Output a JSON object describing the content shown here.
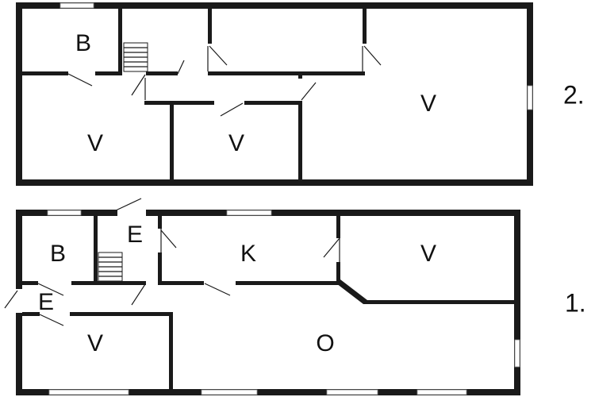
{
  "floors": [
    {
      "label": "2.",
      "rooms": [
        {
          "key": "b",
          "label": "B"
        },
        {
          "key": "v-left",
          "label": "V"
        },
        {
          "key": "v-middle",
          "label": "V"
        },
        {
          "key": "v-right",
          "label": "V"
        }
      ]
    },
    {
      "label": "1.",
      "rooms": [
        {
          "key": "b",
          "label": "B"
        },
        {
          "key": "e-top",
          "label": "E"
        },
        {
          "key": "k",
          "label": "K"
        },
        {
          "key": "v-right",
          "label": "V"
        },
        {
          "key": "e-left",
          "label": "E"
        },
        {
          "key": "v-left",
          "label": "V"
        },
        {
          "key": "o",
          "label": "O"
        }
      ]
    }
  ]
}
